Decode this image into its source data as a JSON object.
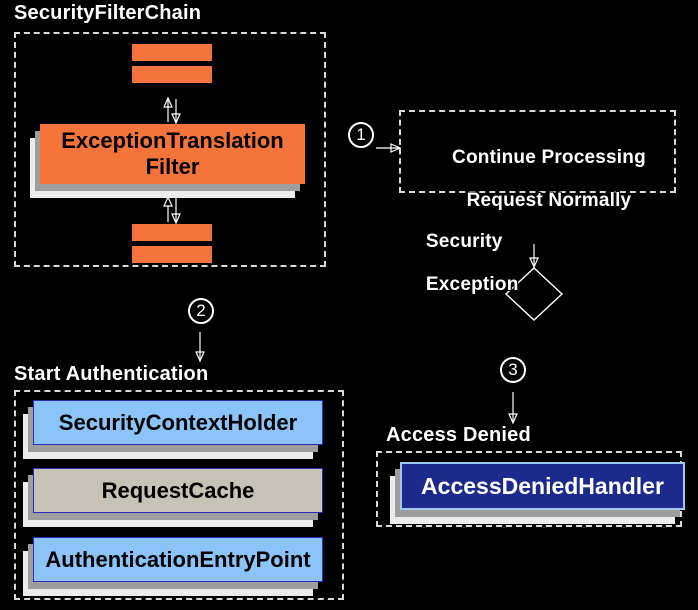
{
  "diagram": {
    "title": "SecurityFilterChain",
    "type": "security-exception-handling-flow",
    "background": "#000000",
    "palette": {
      "filter_orange": "#f4743b",
      "component_blue": "#8cc4fa",
      "component_gray": "#c6c2b6",
      "handler_navy": "#1c2a8c",
      "label_white": "#ffffff",
      "dashed_border": "#d9d9d9",
      "shadow_mid": "#9e9e9e",
      "shadow_light": "#ececec"
    }
  },
  "groups": {
    "filter_chain": {
      "label": "SecurityFilterChain"
    },
    "continue": {
      "label_line1": "Continue Processing",
      "label_line2": "Request Normally"
    },
    "start_auth": {
      "label": "Start Authentication"
    },
    "access_denied": {
      "label": "Access Denied"
    }
  },
  "nodes": {
    "exception_filter": {
      "line1": "ExceptionTranslation",
      "line2": "Filter"
    },
    "security_context_holder": {
      "label": "SecurityContextHolder"
    },
    "request_cache": {
      "label": "RequestCache"
    },
    "authentication_entry_point": {
      "label": "AuthenticationEntryPoint"
    },
    "access_denied_handler": {
      "label": "AccessDeniedHandler"
    }
  },
  "annotations": {
    "security_exception_line1": "Security",
    "security_exception_line2": "Exception",
    "decision_node": "security-exception-decision-diamond"
  },
  "steps": {
    "one": "1",
    "two": "2",
    "three": "3"
  }
}
